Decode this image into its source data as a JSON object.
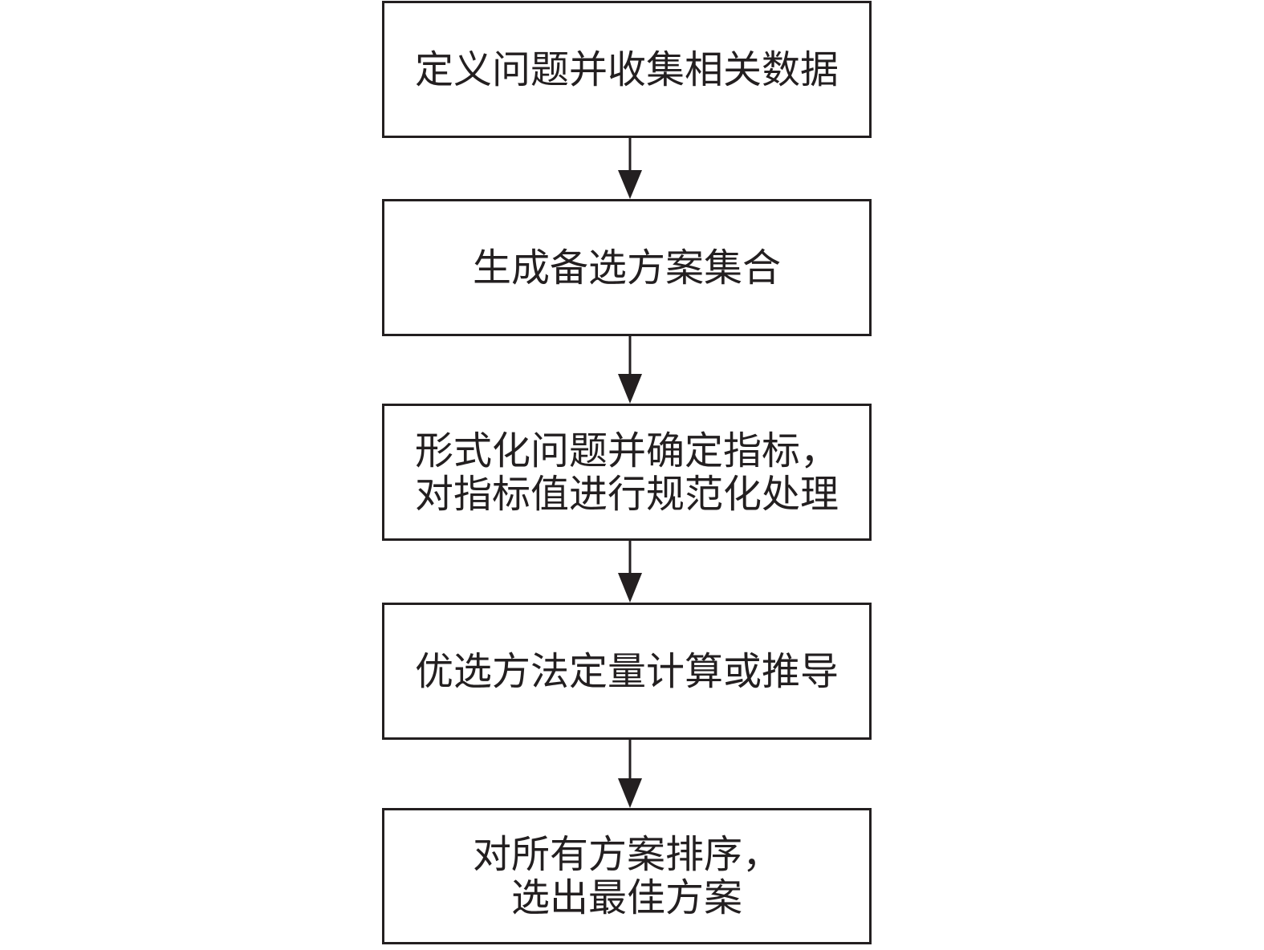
{
  "flowchart": {
    "steps": [
      {
        "lines": [
          "定义问题并收集相关数据"
        ]
      },
      {
        "lines": [
          "生成备选方案集合"
        ]
      },
      {
        "lines": [
          "形式化问题并确定指标，",
          "对指标值进行规范化处理"
        ]
      },
      {
        "lines": [
          "优选方法定量计算或推导"
        ]
      },
      {
        "lines": [
          "对所有方案排序，",
          "选出最佳方案"
        ]
      }
    ],
    "connectors": [
      {
        "from": 0,
        "to": 1
      },
      {
        "from": 1,
        "to": 2
      },
      {
        "from": 2,
        "to": 3
      },
      {
        "from": 3,
        "to": 4
      }
    ],
    "colors": {
      "stroke": "#231f20",
      "fill": "#ffffff"
    }
  }
}
